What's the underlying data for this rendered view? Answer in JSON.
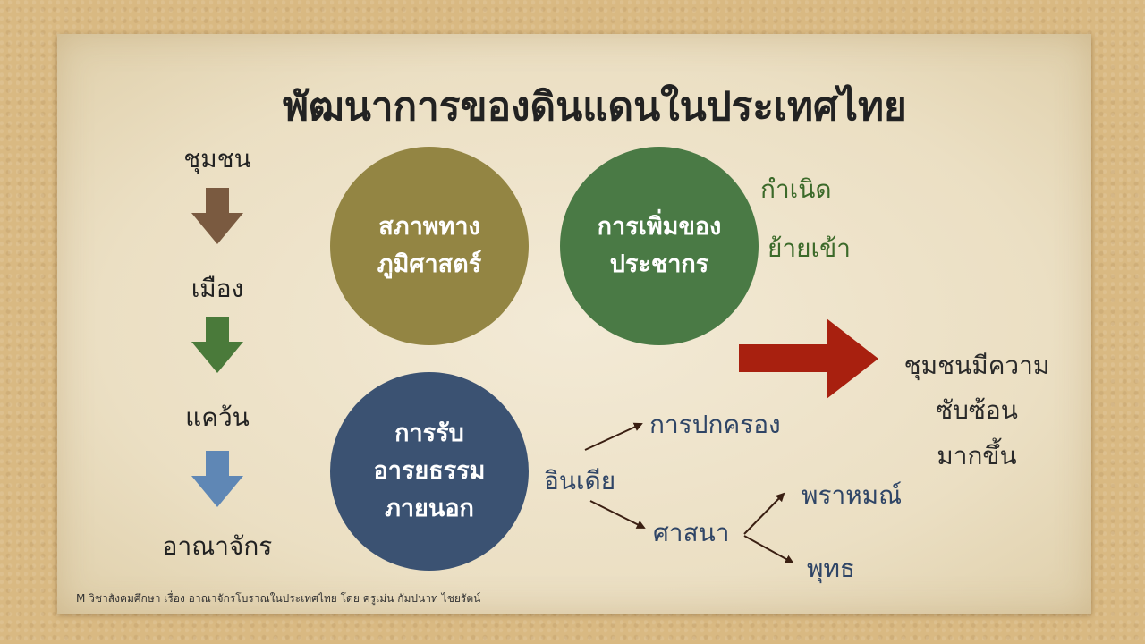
{
  "title": "พัฒนาการของดินแดนในประเทศไทย",
  "stages": [
    "ชุมชน",
    "เมือง",
    "แคว้น",
    "อาณาจักร"
  ],
  "stage_arrow_colors": [
    "#7a5a40",
    "#4a7a3a",
    "#5f87b5"
  ],
  "circles": {
    "geography": {
      "line1": "สภาพทาง",
      "line2": "ภูมิศาสตร์",
      "color": "#938543"
    },
    "population": {
      "line1": "การเพิ่มของ",
      "line2": "ประชากร",
      "color": "#4a7a45"
    },
    "culture": {
      "line1": "การรับ",
      "line2": "อารยธรรม",
      "line3": "ภายนอก",
      "color": "#3b5272"
    }
  },
  "population_factors": [
    "กำเนิด",
    "ย้ายเข้า"
  ],
  "india": "อินเดีย",
  "governance": "การปกครอง",
  "religion": "ศาสนา",
  "religions": [
    "พราหมณ์",
    "พุทธ"
  ],
  "result": {
    "line1": "ชุมชนมีความ",
    "line2": "ซับซ้อน",
    "line3": "มากขึ้น"
  },
  "result_arrow_color": "#a8200f",
  "footer": "M วิชาสังคมศึกษา เรื่อง อาณาจักรโบราณในประเทศไทย โดย ครูเม่น กัมปนาท ไชยรัตน์"
}
